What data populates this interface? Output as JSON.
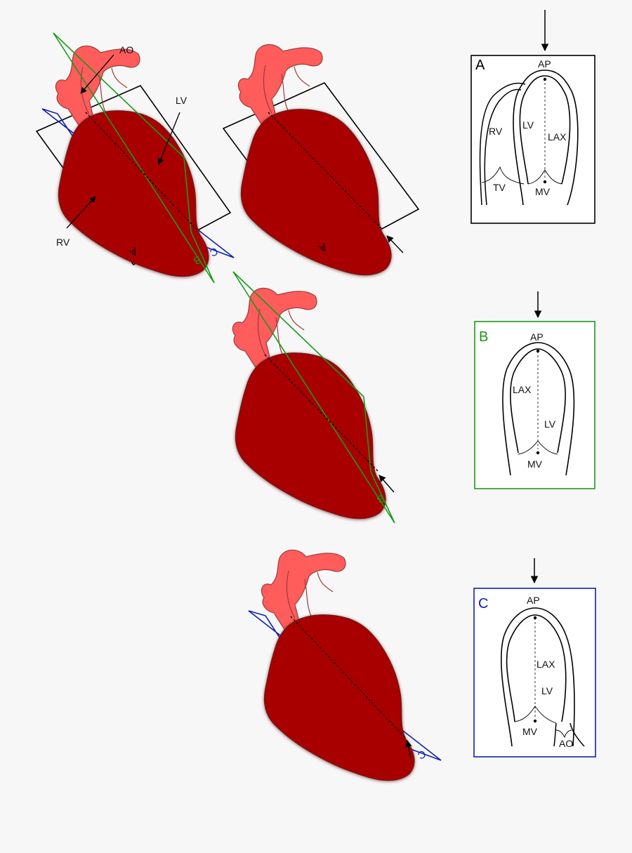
{
  "colors": {
    "background": "#f7f7f7",
    "ventricle": "#a80000",
    "ventricle_stroke": "#6e1a1a",
    "great_vessels": "#ff5c5c",
    "plane_a": "#000000",
    "plane_b": "#1a9a1a",
    "plane_c": "#1020b0"
  },
  "heart_labels": {
    "ao": "AO",
    "lv": "LV",
    "rv": "RV"
  },
  "plane_tags": {
    "a": "A",
    "b": "B",
    "c": "C"
  },
  "panels": {
    "a": {
      "letter": "A",
      "ap": "AP",
      "rv": "RV",
      "lv": "LV",
      "lax": "LAX",
      "tv": "TV",
      "mv": "MV"
    },
    "b": {
      "letter": "B",
      "ap": "AP",
      "lax": "LAX",
      "lv": "LV",
      "mv": "MV"
    },
    "c": {
      "letter": "C",
      "ap": "AP",
      "lax": "LAX",
      "lv": "LV",
      "mv": "MV",
      "ao": "AO"
    }
  },
  "icons": {
    "view_direction": "arrow-down-icon",
    "apex_pointer": "arrow-up-left-icon"
  }
}
